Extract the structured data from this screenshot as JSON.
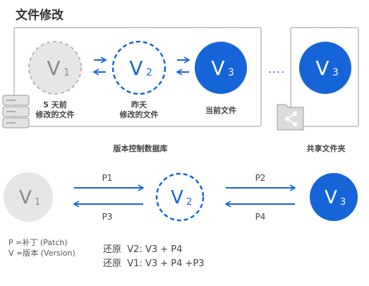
{
  "title": "文件修改",
  "top": {
    "box_caption": "版本控制数据库",
    "shared_caption": "共享文件夹",
    "ellipsis": "....",
    "versions": [
      {
        "label": "V",
        "sub": "1",
        "caption_line1": "5 天前",
        "caption_line2": "修改的文件",
        "style": "dashed-grey"
      },
      {
        "label": "V",
        "sub": "2",
        "caption_line1": "昨天",
        "caption_line2": "修改的文件",
        "style": "dashed-blue"
      },
      {
        "label": "V",
        "sub": "3",
        "caption_line1": "当前文件",
        "caption_line2": "",
        "style": "solid-blue"
      }
    ],
    "shared_version": {
      "label": "V",
      "sub": "3"
    }
  },
  "bottom": {
    "versions": [
      {
        "label": "V",
        "sub": "1"
      },
      {
        "label": "V",
        "sub": "2"
      },
      {
        "label": "V",
        "sub": "3"
      }
    ],
    "arrows": {
      "p1": "P1",
      "p2": "P2",
      "p3": "P3",
      "p4": "P4"
    },
    "legend": {
      "line1": "P =补丁 (Patch)",
      "line2": "V =版本 (Version)"
    },
    "restore": {
      "line1": "还原  V2: V3 + P4",
      "line2": "还原  V1: V3 + P4 +P3"
    }
  },
  "colors": {
    "blue": "#1565d8",
    "grey_fill": "#e6e6e6",
    "grey_stroke": "#b5b5b5",
    "text_dark": "#444444",
    "box_border": "#9a9a9a"
  },
  "icons": {
    "database": "server-stack-icon",
    "shared_folder": "share-folder-icon"
  }
}
